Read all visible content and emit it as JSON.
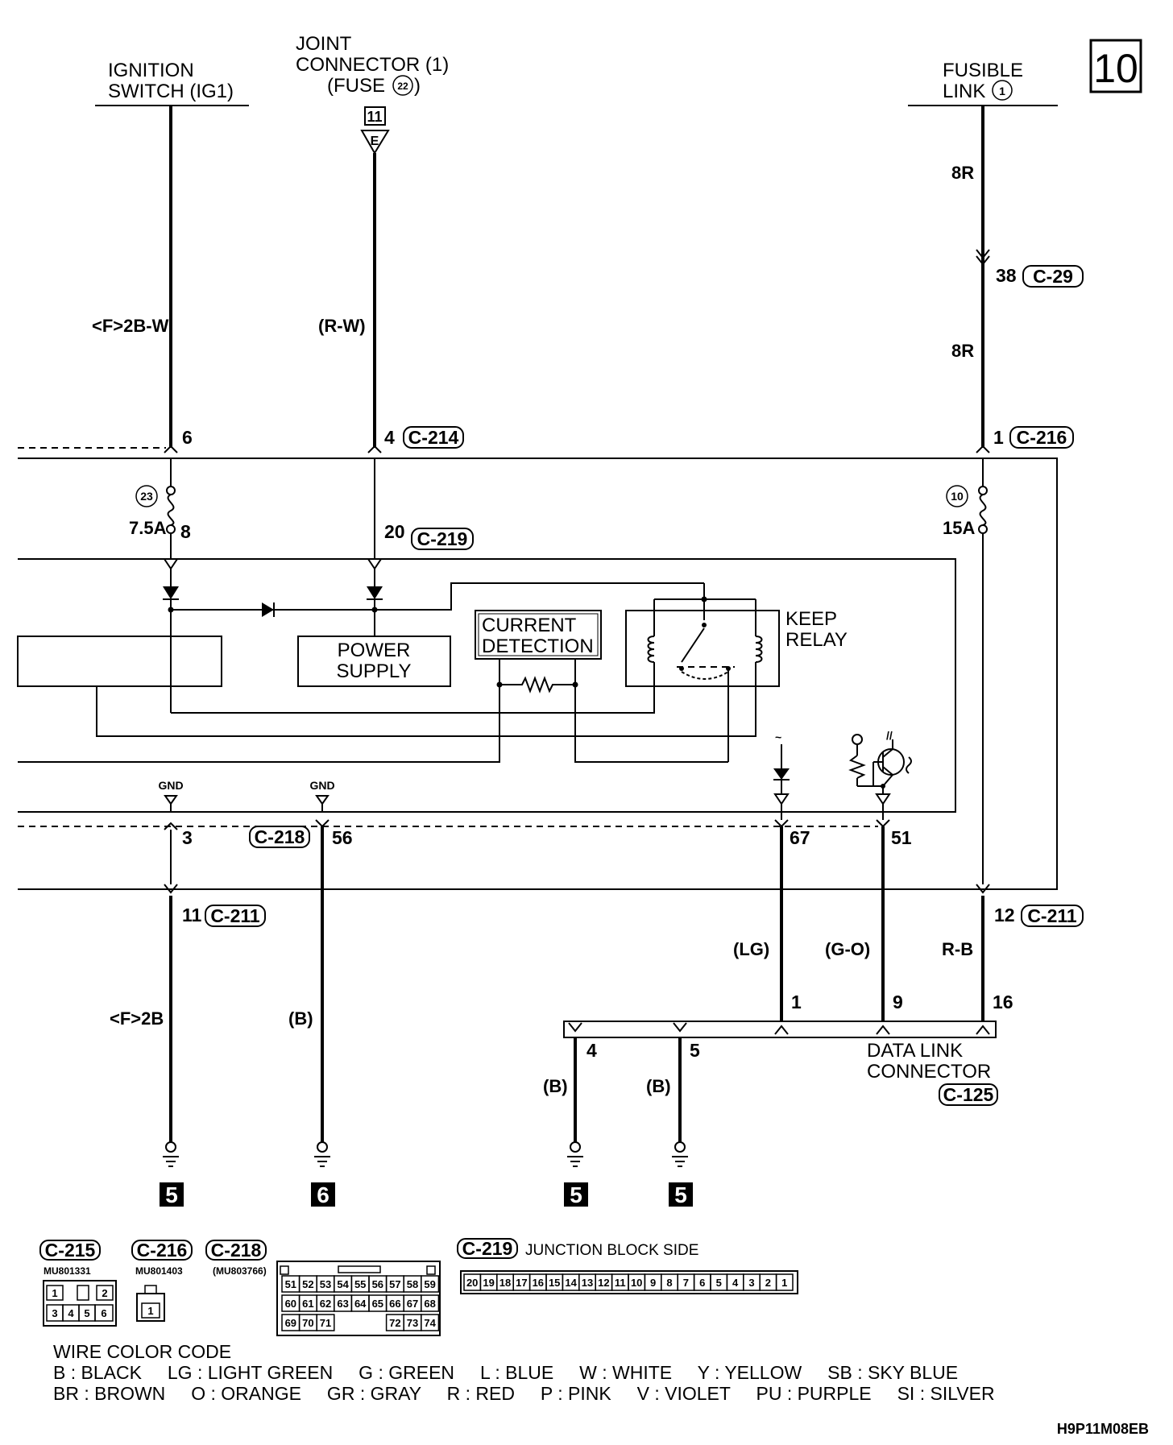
{
  "page_number": "10",
  "sources": {
    "ignition": [
      "IGNITION",
      "SWITCH (IG1)"
    ],
    "joint": [
      "JOINT",
      "CONNECTOR (1)",
      "(FUSE",
      "22",
      ")"
    ],
    "joint_conn": "11",
    "joint_pin": "E",
    "fusible": [
      "FUSIBLE",
      "LINK",
      "1"
    ]
  },
  "wires": {
    "ign_top": "<F>2B-W",
    "joint_top": "(R-W)",
    "fusible_top_a": "8R",
    "fusible_top_b": "8R",
    "fusible_conn_pin": "38",
    "fusible_conn": "C-29",
    "ign_bottom": "<F>2B",
    "gnd56": "(B)",
    "lg": "(LG)",
    "go": "(G-O)",
    "rb": "R-B",
    "dlc4": "(B)",
    "dlc5": "(B)"
  },
  "pins": {
    "ign_c214": "6",
    "joint_c214": "4",
    "c214": "C-214",
    "fus_c216": "1",
    "c216": "C-216",
    "fuse23": "23",
    "fuse23_rating": "7.5A",
    "fuse23_pin": "8",
    "joint_c219": "20",
    "c219": "C-219",
    "fuse10": "10",
    "fuse10_rating": "15A",
    "gnd_a": "GND",
    "gnd_b": "GND",
    "pin3": "3",
    "c218": "C-218",
    "pin56": "56",
    "pin67": "67",
    "pin51": "51",
    "pin11": "11",
    "c211a": "C-211",
    "pin12": "12",
    "c211b": "C-211",
    "dlc_pin1": "1",
    "dlc_pin9": "9",
    "dlc_pin16": "16",
    "dlc_pin4": "4",
    "dlc_pin5": "5"
  },
  "blocks": {
    "power_supply": [
      "POWER",
      "SUPPLY"
    ],
    "current_detection": [
      "CURRENT",
      "DETECTION"
    ],
    "keep_relay": [
      "KEEP",
      "RELAY"
    ],
    "dlc": [
      "DATA LINK",
      "CONNECTOR"
    ],
    "dlc_conn": "C-125"
  },
  "grounds": [
    "5",
    "6",
    "5",
    "5"
  ],
  "connectors": {
    "c215": {
      "id": "C-215",
      "part": "MU801331",
      "cells": [
        "1",
        "2",
        "3",
        "4",
        "5",
        "6"
      ]
    },
    "c216": {
      "id": "C-216",
      "part": "MU801403",
      "cells": [
        "1"
      ]
    },
    "c218": {
      "id": "C-218",
      "part": "(MU803766)",
      "row1": [
        "51",
        "52",
        "53",
        "54",
        "55",
        "56",
        "57",
        "58",
        "59"
      ],
      "row2": [
        "60",
        "61",
        "62",
        "63",
        "64",
        "65",
        "66",
        "67",
        "68"
      ],
      "row3": [
        "69",
        "70",
        "71",
        "72",
        "73",
        "74"
      ]
    },
    "c219": {
      "id": "C-219",
      "label": "JUNCTION BLOCK SIDE",
      "cells": [
        "20",
        "19",
        "18",
        "17",
        "16",
        "15",
        "14",
        "13",
        "12",
        "11",
        "10",
        "9",
        "8",
        "7",
        "6",
        "5",
        "4",
        "3",
        "2",
        "1"
      ]
    }
  },
  "color_code": {
    "title": "WIRE COLOR CODE",
    "line1": "B : BLACK     LG : LIGHT GREEN     G : GREEN     L : BLUE     W : WHITE     Y : YELLOW     SB : SKY BLUE",
    "line2": "BR : BROWN     O : ORANGE     GR : GRAY     R : RED     P : PINK     V : VIOLET     PU : PURPLE     SI : SILVER"
  },
  "figure_code": "H9P11M08EB"
}
